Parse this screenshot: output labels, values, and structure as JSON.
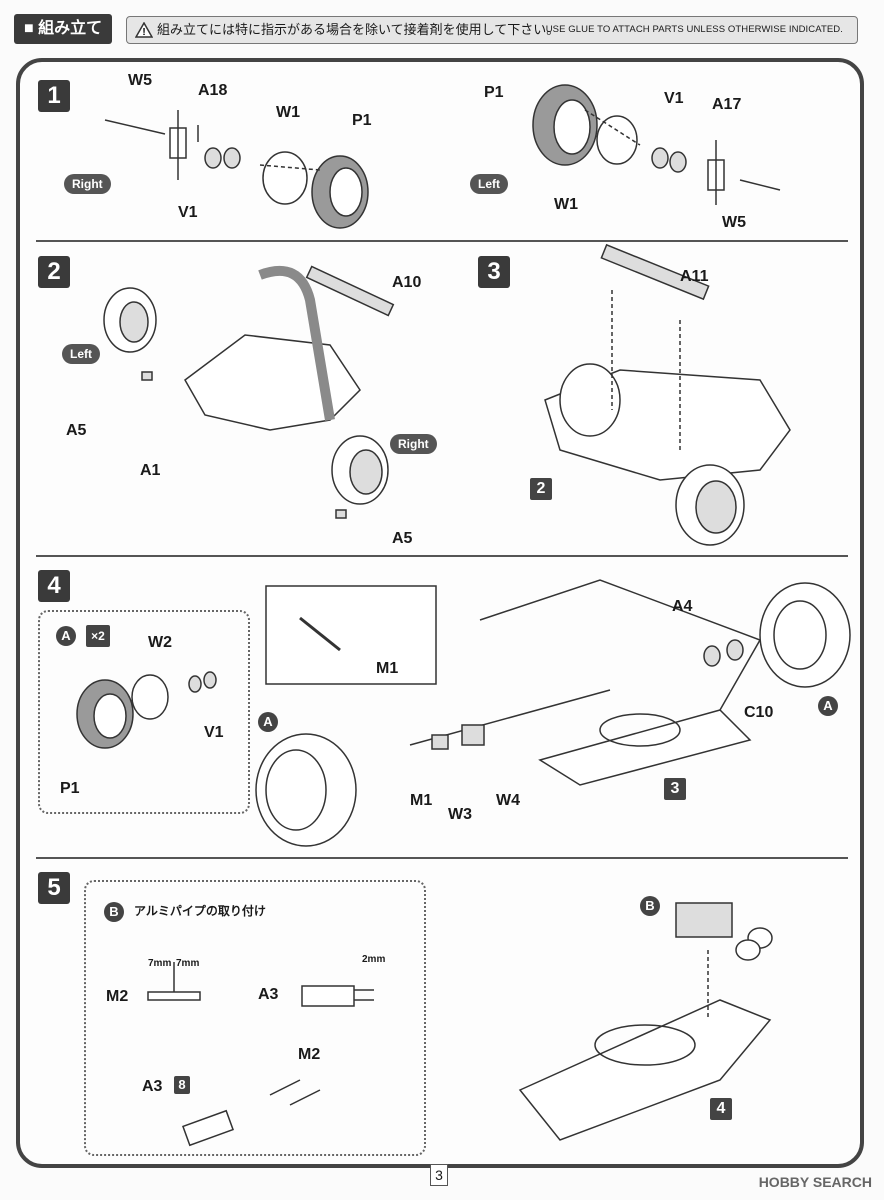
{
  "header": {
    "title": "組み立て",
    "note_jp": "組み立てには特に指示がある場合を除いて接着剤を使用して下さい。",
    "note_en": "USE GLUE TO ATTACH PARTS UNLESS OTHERWISE INDICATED."
  },
  "steps": {
    "s1": {
      "num": "1",
      "labels": {
        "w5a": "W5",
        "a18": "A18",
        "w1a": "W1",
        "p1a": "P1",
        "v1a": "V1",
        "right": "Right",
        "p1b": "P1",
        "v1b": "V1",
        "a17": "A17",
        "w1b": "W1",
        "w5b": "W5",
        "left": "Left"
      }
    },
    "s2": {
      "num": "2",
      "labels": {
        "a10": "A10",
        "left": "Left",
        "a5a": "A5",
        "a1": "A1",
        "right": "Right",
        "a5b": "A5"
      }
    },
    "s3": {
      "num": "3",
      "labels": {
        "a11": "A11",
        "ref": "2"
      }
    },
    "s4": {
      "num": "4",
      "labels": {
        "circA": "A",
        "x2": "×2",
        "w2": "W2",
        "v1": "V1",
        "p1": "P1",
        "m1a": "M1",
        "a4": "A4",
        "c10": "C10",
        "circA2": "A",
        "circA3": "A",
        "m1b": "M1",
        "w3": "W3",
        "w4": "W4",
        "ref": "3"
      }
    },
    "s5": {
      "num": "5",
      "labels": {
        "circB": "B",
        "pipe_title": "アルミパイプの取り付け",
        "mm7a": "7mm",
        "mm7b": "7mm",
        "m2a": "M2",
        "mm2": "2mm",
        "a3a": "A3",
        "m2b": "M2",
        "a3b": "A3",
        "a3num": "8",
        "circB2": "B",
        "ref": "4"
      }
    }
  },
  "page": {
    "number": "3",
    "watermark": "HOBBY SEARCH"
  },
  "colors": {
    "frame": "#444444",
    "step_bg": "#3a3a3a",
    "tire": "#9a9a9a"
  }
}
